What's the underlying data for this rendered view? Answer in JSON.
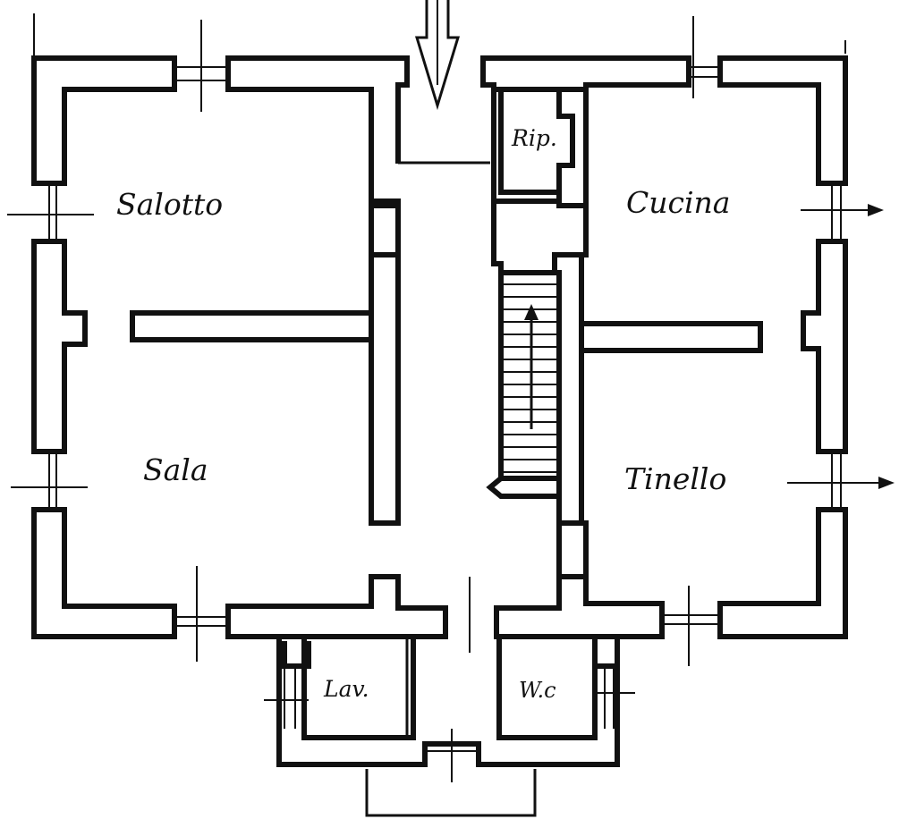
{
  "rooms": {
    "salotto": "Salotto",
    "sala": "Sala",
    "cucina": "Cucina",
    "tinello": "Tinello",
    "ripostiglio": "Rip.",
    "lavanderia": "Lav.",
    "wc": "W.c"
  },
  "colors": {
    "ink": "#111111",
    "paper": "#ffffff"
  }
}
